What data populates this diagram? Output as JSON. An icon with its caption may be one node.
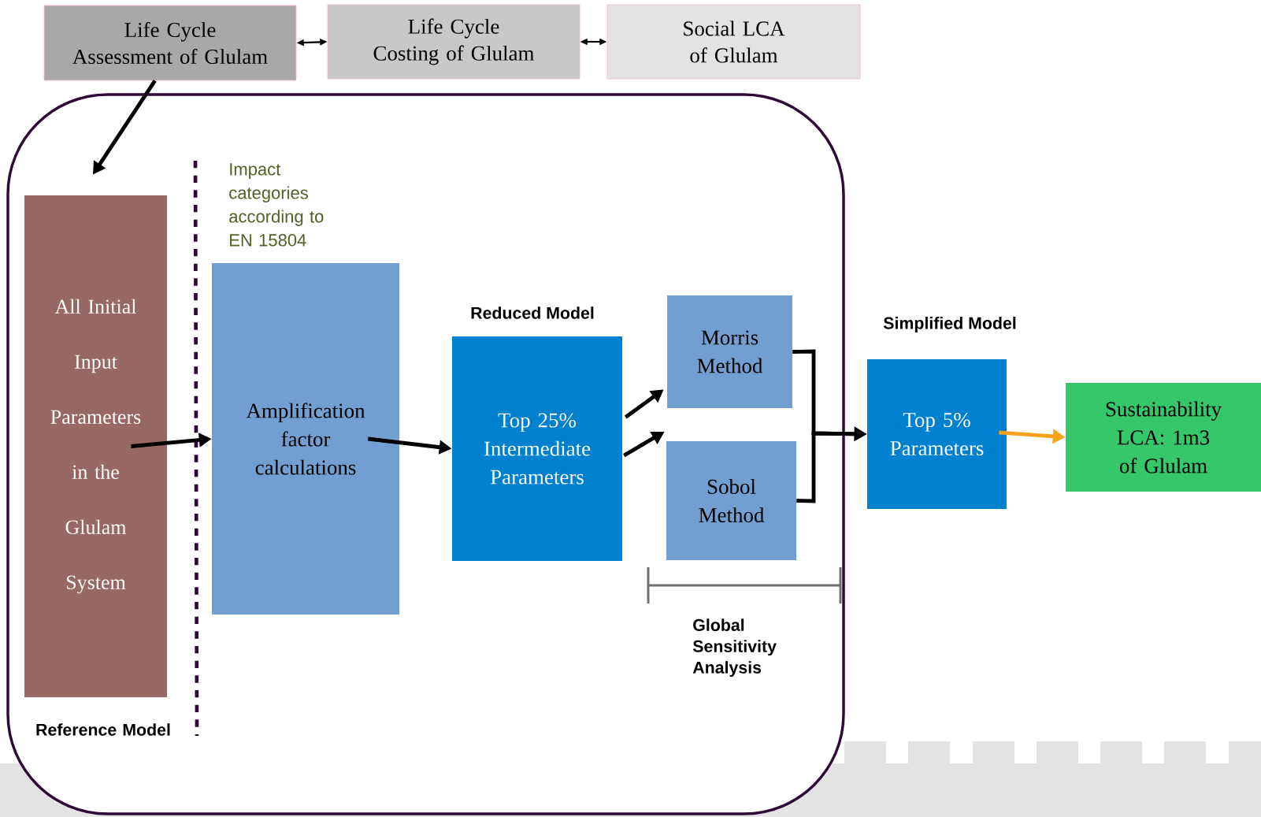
{
  "diagram": {
    "nodes": [
      {
        "text": [
          "Life Cycle Assessment of Glulam"
        ]
      },
      {
        "text": [
          "Life Cycle Costing of Glulam"
        ]
      },
      {
        "text": [
          "Social LCA of Glulam"
        ]
      },
      {
        "text": [
          "All Initial Input Parameters in the Glulam System"
        ]
      },
      {
        "text": [
          "Amplification factor calculations"
        ]
      },
      {
        "text": [
          "Top 25% Intermediate Parameters"
        ],
        "beside": [
          "Reduced Model"
        ]
      },
      {
        "text": [
          "Morris Method"
        ]
      },
      {
        "text": [
          "Sobol Method"
        ]
      },
      {
        "text": [
          "Top 5% Parameters"
        ],
        "beside": [
          "Simplified Model"
        ]
      },
      {
        "text": [
          "Sustainability LCA: 1m3 of Glulam"
        ]
      }
    ],
    "edges": [
      {
        "from": 0,
        "to": 1,
        "arrow": "both"
      },
      {
        "from": 1,
        "to": 2,
        "arrow": "both"
      },
      {
        "from": 0,
        "to": 3,
        "arrow": "to"
      },
      {
        "from": 3,
        "to": 4,
        "arrow": "to"
      },
      {
        "from": 4,
        "to": 5,
        "arrow": "to"
      },
      {
        "from": 5,
        "to": 6,
        "arrow": "to"
      },
      {
        "from": 5,
        "to": 7,
        "arrow": "to"
      },
      {
        "from": 6,
        "to": 8,
        "arrow": "to"
      },
      {
        "from": 7,
        "to": 8,
        "arrow": "to"
      },
      {
        "from": 8,
        "to": 9,
        "arrow": "to",
        "color": "#f7a21b"
      }
    ],
    "labels": [
      "Impact categories according to EN 15804",
      "Global Sensitivity Analysis",
      "Reference Model"
    ]
  }
}
